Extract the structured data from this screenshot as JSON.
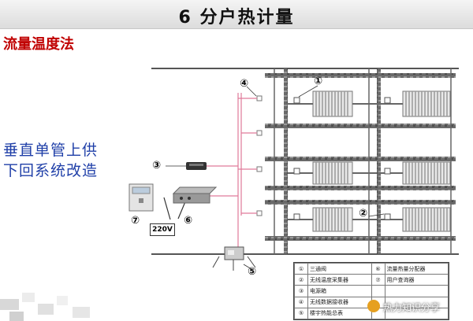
{
  "header": {
    "title": "6   分户热计量"
  },
  "method_title": "流量温度法",
  "side_text": [
    "垂直单管上供",
    "下回系统改造"
  ],
  "callouts": [
    "①",
    "②",
    "③",
    "④",
    "⑤",
    "⑥",
    "⑦"
  ],
  "voltage_label": "220V",
  "legend": [
    {
      "num": "①",
      "left": "三通阀",
      "num2": "⑥",
      "right": "流量热量分配器"
    },
    {
      "num": "②",
      "left": "无线温度采集器",
      "num2": "⑦",
      "right": "用户查询器"
    },
    {
      "num": "③",
      "left": "电源箱",
      "num2": "",
      "right": ""
    },
    {
      "num": "④",
      "left": "无线数据接收器",
      "num2": "",
      "right": ""
    },
    {
      "num": "⑤",
      "left": "楼宇热能总表",
      "num2": "",
      "right": ""
    }
  ],
  "watermark": "热力知识分享",
  "colors": {
    "title_red": "#c00000",
    "side_blue": "#1f3fa8",
    "wire_pink": "#e07a9a",
    "pipe": "#555555"
  }
}
